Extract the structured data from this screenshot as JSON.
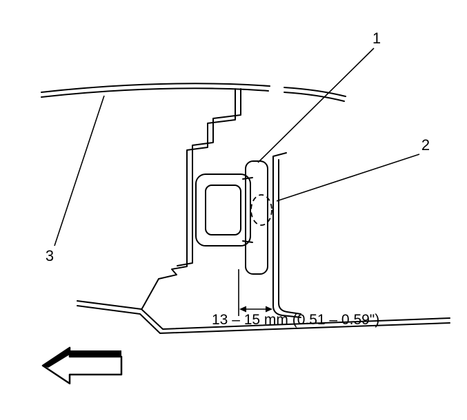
{
  "figure": {
    "background_color": "#ffffff",
    "line_color": "#000000",
    "callouts": [
      {
        "label": "1"
      },
      {
        "label": "2"
      },
      {
        "label": "3"
      }
    ],
    "dimension": {
      "label": "13 – 15 mm (0.51 – 0.59\")"
    },
    "direction_arrow": {
      "icon": "left-arrow-icon",
      "direction": "left"
    }
  }
}
